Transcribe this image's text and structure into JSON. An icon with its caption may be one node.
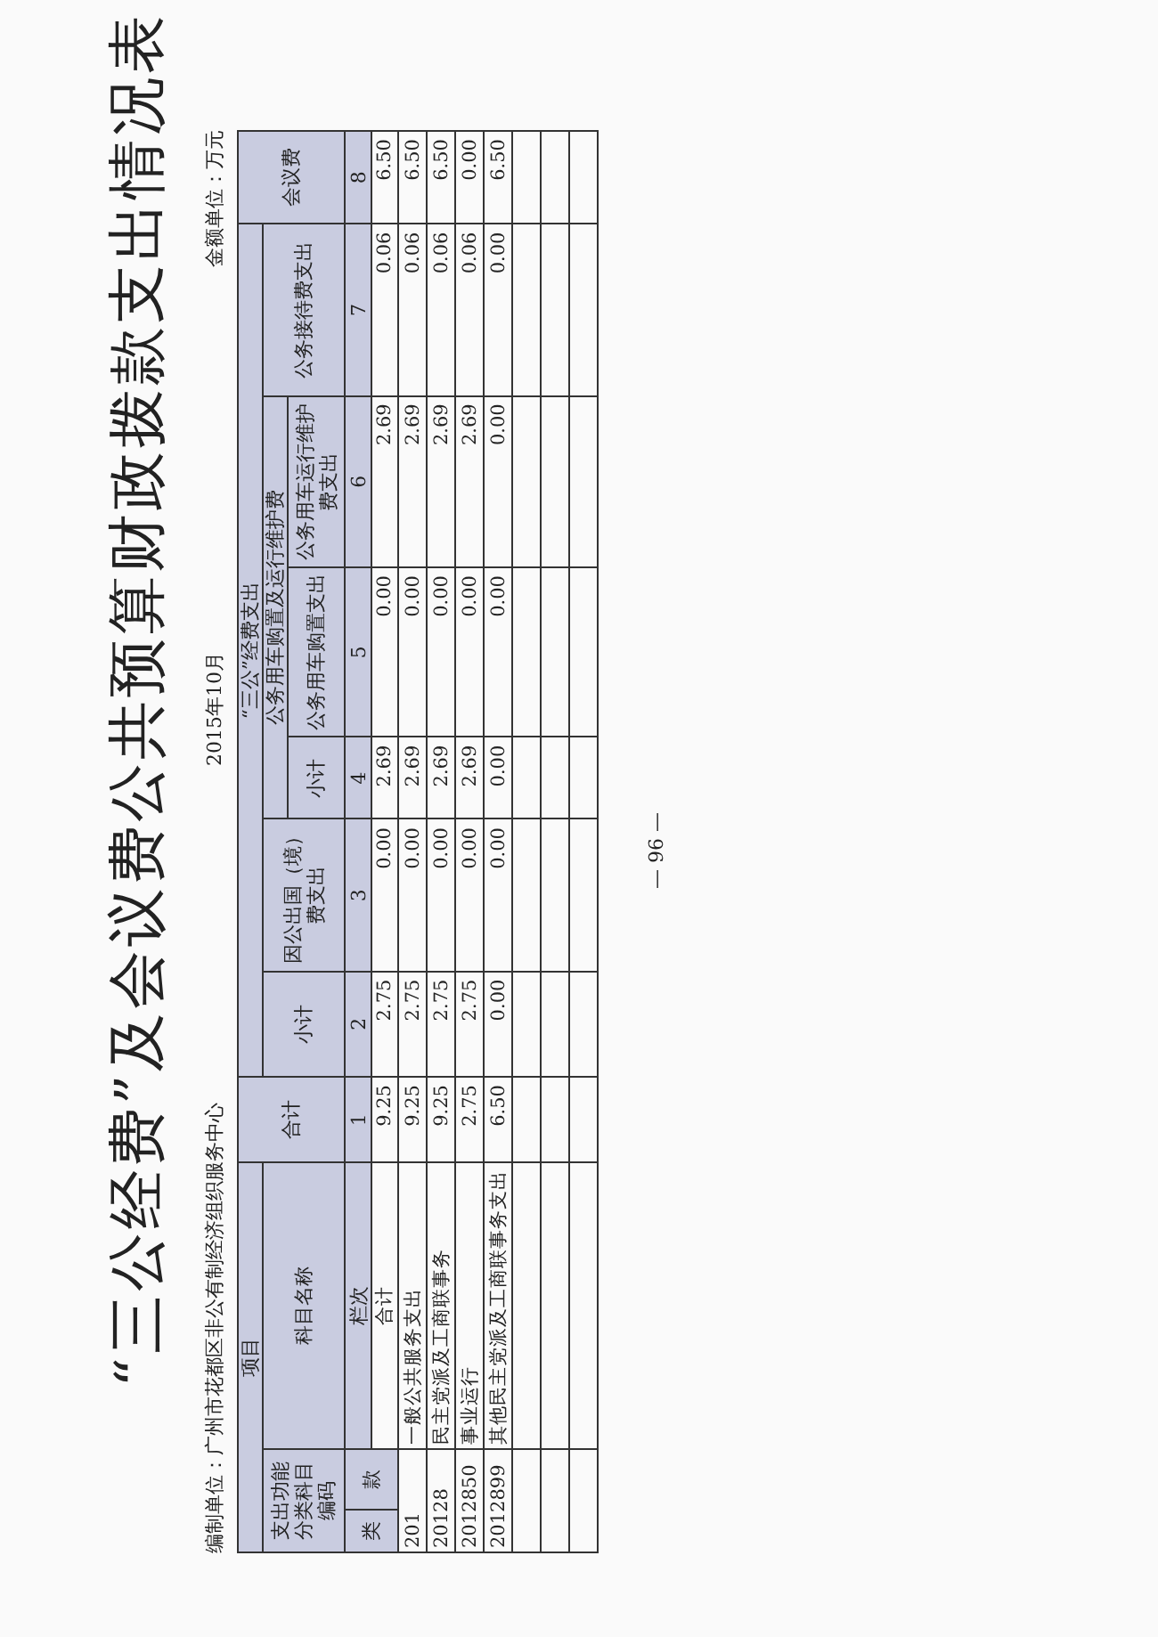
{
  "diagram": {
    "title": "“三公经费”及会议费公共预算财政拨款支出情况表",
    "labels": [
      "编制单位：广州市花都区非公有制经济组织服务中心",
      "2015年10月",
      "金额单位：万元",
      "项目",
      "合计",
      "“三公”经费支出",
      "会议费",
      "支出功能分类科目编码",
      "科目名称",
      "小计",
      "因公出国（境）费支出",
      "公务用车购置及运行维护费",
      "公务接待费支出",
      "小计",
      "公务用车购置支出",
      "公务用车运行维护费支出",
      "类",
      "款",
      "栏次",
      "1",
      "2",
      "3",
      "4",
      "5",
      "6",
      "7",
      "8",
      "合计",
      "9.25",
      "2.75",
      "0.00",
      "2.69",
      "0.00",
      "2.69",
      "0.06",
      "6.50",
      "201",
      "一般公共服务支出",
      "9.25",
      "2.75",
      "0.00",
      "2.69",
      "0.00",
      "2.69",
      "0.06",
      "6.50",
      "20128",
      "民主党派及工商联事务",
      "9.25",
      "2.75",
      "0.00",
      "2.69",
      "0.00",
      "2.69",
      "0.06",
      "6.50",
      "2012850",
      "事业运行",
      "2.75",
      "2.75",
      "0.00",
      "2.69",
      "0.00",
      "2.69",
      "0.06",
      "0.00",
      "2012899",
      "其他民主党派及工商联事务支出",
      "6.50",
      "0.00",
      "0.00",
      "0.00",
      "0.00",
      "0.00",
      "0.00",
      "6.50",
      "— 96 —"
    ]
  }
}
